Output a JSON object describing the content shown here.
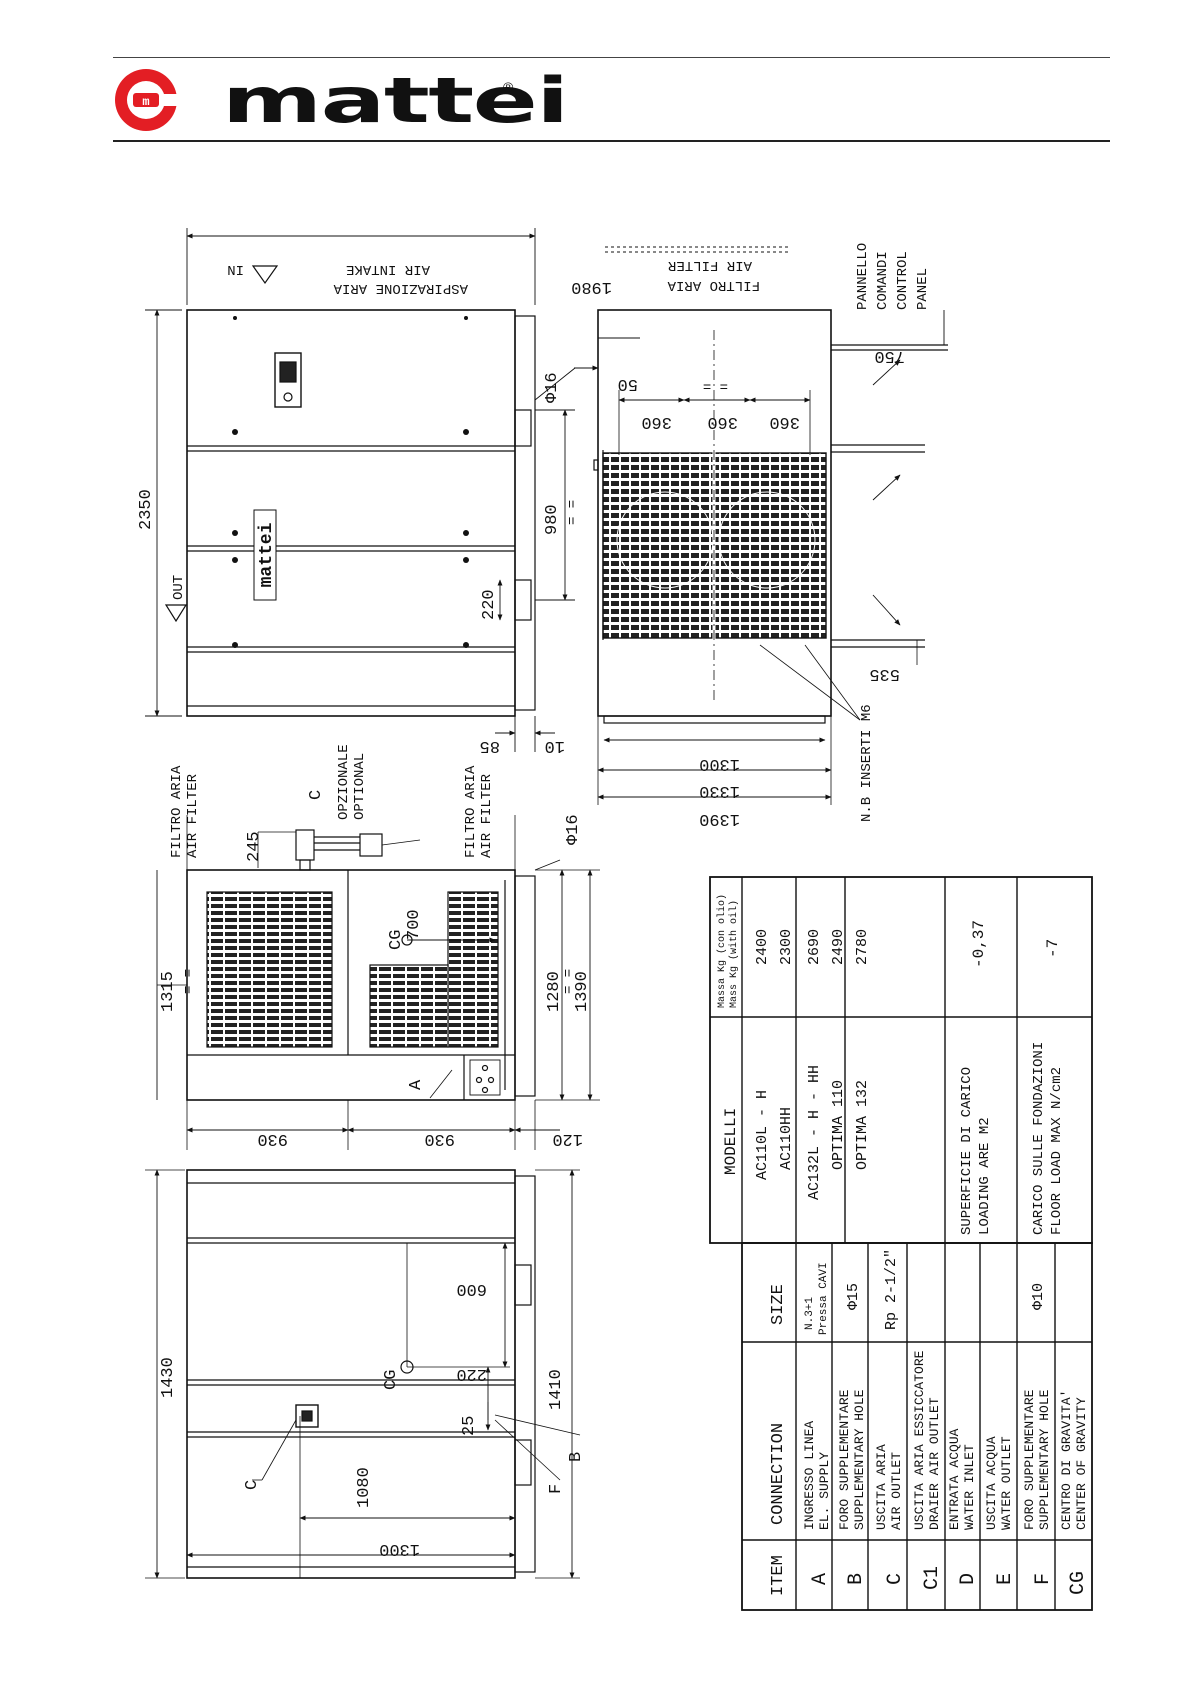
{
  "header": {
    "brand": "mattei",
    "registered": "®",
    "logo_letter": "m"
  },
  "front_view": {
    "labels": {
      "intake_it": "ASPIRAZIONE ARIA",
      "intake_en": "AIR INTAKE",
      "in": "IN",
      "out": "OUT",
      "control_panel": [
        "PANNELLO",
        "COMANDI",
        "CONTROL",
        "PANEL"
      ]
    },
    "dims": [
      "2350",
      "1980",
      "Φ16",
      "980",
      "= =",
      "220",
      "85",
      "10"
    ]
  },
  "top_view": {
    "labels": {
      "filter_it": "FILTRO ARIA",
      "filter_en": "AIR FILTER",
      "inserts_note": "N.B INSERTI M6"
    },
    "dims": [
      "50",
      "360",
      "360",
      "360",
      "= =",
      "750",
      "535",
      "1300",
      "1330",
      "1390"
    ]
  },
  "side_view": {
    "labels": {
      "filter_it": "FILTRO ARIA",
      "filter_en": "AIR FILTER",
      "optional_it": "OPZIONALE",
      "optional_en": "OPTIONAL",
      "cg": "CG",
      "a": "A",
      "c": "C"
    },
    "dims": [
      "1315",
      "= =",
      "245",
      "700",
      "1280",
      "= =",
      "1390",
      "Φ16",
      "930",
      "930",
      "120"
    ]
  },
  "back_view": {
    "labels": {
      "cg": "CG",
      "b": "B",
      "c": "C",
      "f": "F"
    },
    "dims": [
      "1430",
      "600",
      "1410",
      "220",
      "25",
      "1080",
      "1300"
    ]
  },
  "connections_table": {
    "headers": [
      "ITEM",
      "CONNECTION",
      "SIZE"
    ],
    "rows": [
      {
        "item": "A",
        "connection": [
          "INGRESSO LINEA",
          "EL. SUPPLY"
        ],
        "size": [
          "N.3+1",
          "Pressa CAVI"
        ]
      },
      {
        "item": "B",
        "connection": [
          "FORO SUPPLEMENTARE",
          "SUPPLEMENTARY HOLE"
        ],
        "size": [
          "Φ15"
        ]
      },
      {
        "item": "C",
        "connection": [
          "USCITA ARIA",
          "AIR OUTLET"
        ],
        "size": [
          "Rp 2-1/2\""
        ]
      },
      {
        "item": "C1",
        "connection": [
          "USCITA ARIA ESSICCATORE",
          "DRAIER AIR OUTLET"
        ],
        "size": [
          ""
        ]
      },
      {
        "item": "D",
        "connection": [
          "ENTRATA ACQUA",
          "WATER INLET"
        ],
        "size": [
          ""
        ]
      },
      {
        "item": "E",
        "connection": [
          "USCITA ACQUA",
          "WATER OUTLET"
        ],
        "size": [
          ""
        ]
      },
      {
        "item": "F",
        "connection": [
          "FORO SUPPLEMENTARE",
          "SUPPLEMENTARY HOLE"
        ],
        "size": [
          "Φ10"
        ]
      },
      {
        "item": "CG",
        "connection": [
          "CENTRO DI GRAVITA'",
          "CENTER OF GRAVITY"
        ],
        "size": [
          ""
        ]
      }
    ]
  },
  "models_table": {
    "header_models": "MODELLI",
    "header_mass_it": "Massa Kg (con olio)",
    "header_mass_en": "Mass Kg (with oil)",
    "rows": [
      {
        "model": "AC110L - H",
        "mass": "2400"
      },
      {
        "model": "AC110HH",
        "mass": "2300"
      },
      {
        "model": "AC132L - H - HH",
        "mass": "2690"
      },
      {
        "model": "OPTIMA 110",
        "mass": "2490"
      },
      {
        "model": "OPTIMA 132",
        "mass": "2780"
      }
    ],
    "loading": {
      "label_it": "SUPERFICIE DI CARICO",
      "label_en": "LOADING ARE M2",
      "value": "-0,37"
    },
    "floor": {
      "label_it": "CARICO SULLE FONDAZIONI",
      "label_en": "FLOOR LOAD MAX N/cm2",
      "value": "-7"
    }
  }
}
